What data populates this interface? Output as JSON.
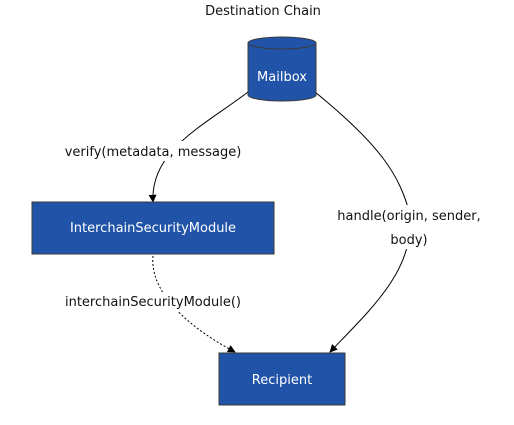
{
  "title": "Destination Chain",
  "colors": {
    "node_fill": "#2154a8",
    "node_stroke": "#3a3a3a",
    "node_text": "#ffffff",
    "edge": "#000000",
    "label_text": "#111111",
    "background": "#ffffff"
  },
  "nodes": {
    "mailbox": {
      "label": "Mailbox",
      "shape": "cylinder"
    },
    "ism": {
      "label": "InterchainSecurityModule",
      "shape": "rectangle"
    },
    "recipient": {
      "label": "Recipient",
      "shape": "rectangle"
    }
  },
  "edges": {
    "verify": {
      "label": "verify(metadata, message)",
      "style": "solid"
    },
    "handle": {
      "label_lines": [
        "handle(origin, sender,",
        "body)"
      ],
      "style": "solid"
    },
    "ism_query": {
      "label": "interchainSecurityModule()",
      "style": "dotted"
    }
  }
}
